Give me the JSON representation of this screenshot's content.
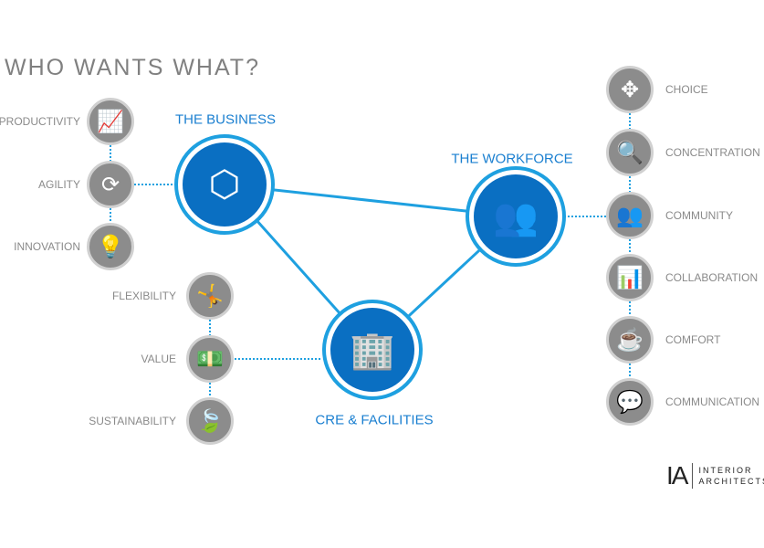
{
  "title": "WHO WANTS WHAT?",
  "colors": {
    "hub_ring": "#1ea0e0",
    "hub_fill": "#0a6fc2",
    "hub_label": "#1a7fd0",
    "attribute_circle": "#8c8c8c",
    "connector": "#1ea0e0"
  },
  "hubs": [
    {
      "id": "business",
      "label": "THE BUSINESS",
      "icon": "cube-tie-icon",
      "glyph": "⬡"
    },
    {
      "id": "workforce",
      "label": "THE WORKFORCE",
      "icon": "people-group-icon",
      "glyph": "👥"
    },
    {
      "id": "cre",
      "label": "CRE & FACILITIES",
      "icon": "building-tag-icon",
      "glyph": "🏢"
    }
  ],
  "connections": [
    [
      "business",
      "workforce"
    ],
    [
      "business",
      "cre"
    ],
    [
      "cre",
      "workforce"
    ]
  ],
  "groups": {
    "business": [
      {
        "label": "PRODUCTIVITY",
        "icon": "growth-chart-icon",
        "glyph": "📈"
      },
      {
        "label": "AGILITY",
        "icon": "cycle-arrows-icon",
        "glyph": "⟳"
      },
      {
        "label": "INNOVATION",
        "icon": "lightbulb-icon",
        "glyph": "💡"
      }
    ],
    "cre": [
      {
        "label": "FLEXIBILITY",
        "icon": "stretching-person-icon",
        "glyph": "🤸"
      },
      {
        "label": "VALUE",
        "icon": "money-stack-icon",
        "glyph": "💵"
      },
      {
        "label": "SUSTAINABILITY",
        "icon": "leaf-icon",
        "glyph": "🍃"
      }
    ],
    "workforce": [
      {
        "label": "CHOICE",
        "icon": "move-arrows-icon",
        "glyph": "✥"
      },
      {
        "label": "CONCENTRATION",
        "icon": "magnifier-icon",
        "glyph": "🔍"
      },
      {
        "label": "COMMUNITY",
        "icon": "people-icon",
        "glyph": "👥"
      },
      {
        "label": "COLLABORATION",
        "icon": "presentation-icon",
        "glyph": "📊"
      },
      {
        "label": "COMFORT",
        "icon": "coffee-cup-icon",
        "glyph": "☕"
      },
      {
        "label": "COMMUNICATION",
        "icon": "speech-bubbles-icon",
        "glyph": "💬"
      }
    ]
  },
  "logo": {
    "mark": "IA",
    "line1": "INTERIOR",
    "line2": "ARCHITECTS"
  }
}
